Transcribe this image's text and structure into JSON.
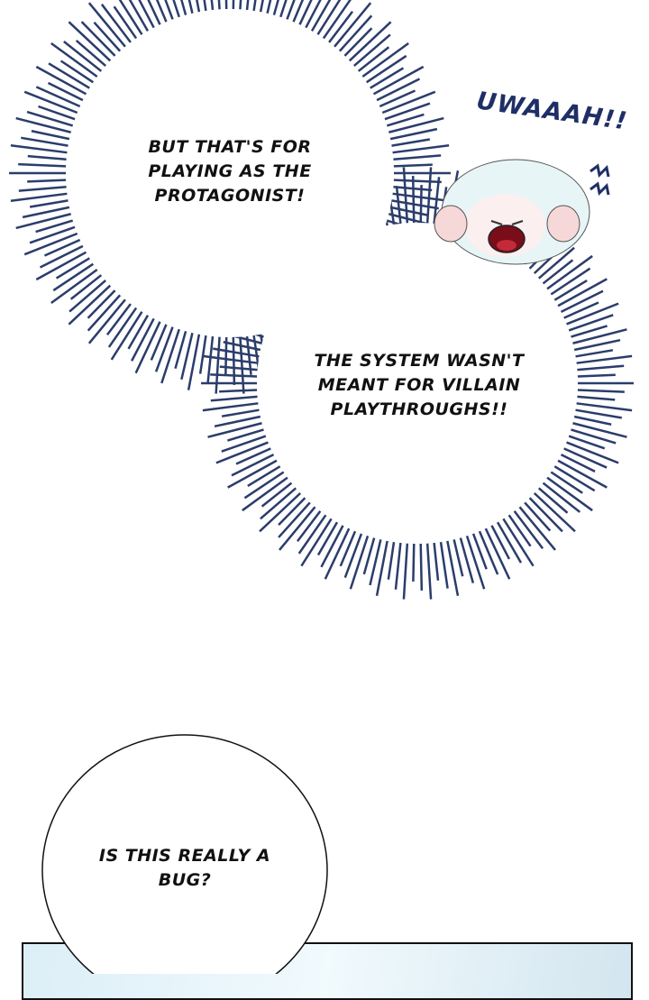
{
  "bubbles": {
    "first": "But that's for playing as the protagonist!",
    "second": "The system wasn't meant for villain playthroughs!!",
    "third": "Is this really a bug?"
  },
  "sfx": "UWAAAH!!",
  "colors": {
    "burst": "#2b3d6b",
    "sfx": "#1f2f66",
    "panel": "#e6f3f9"
  }
}
